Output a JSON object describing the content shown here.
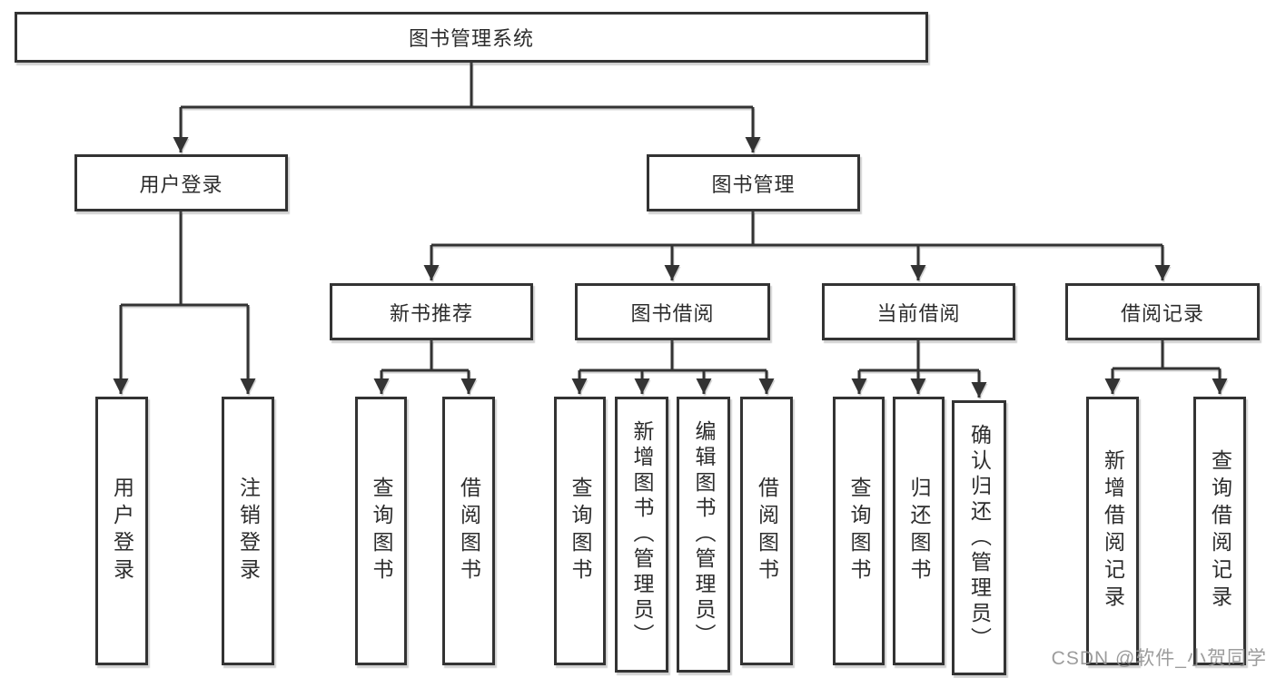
{
  "diagram": {
    "root": {
      "label": "图书管理系统"
    },
    "branches": [
      {
        "label": "用户登录",
        "children": [
          {
            "label": "用户登录"
          },
          {
            "label": "注销登录"
          }
        ]
      },
      {
        "label": "图书管理",
        "children": [
          {
            "label": "新书推荐",
            "children": [
              {
                "label": "查询图书"
              },
              {
                "label": "借阅图书"
              }
            ]
          },
          {
            "label": "图书借阅",
            "children": [
              {
                "label": "查询图书"
              },
              {
                "label": "新增图书（管理员）"
              },
              {
                "label": "编辑图书（管理员）"
              },
              {
                "label": "借阅图书"
              }
            ]
          },
          {
            "label": "当前借阅",
            "children": [
              {
                "label": "查询图书"
              },
              {
                "label": "归还图书"
              },
              {
                "label": "确认归还（管理员）"
              }
            ]
          },
          {
            "label": "借阅记录",
            "children": [
              {
                "label": "新增借阅记录"
              },
              {
                "label": "查询借阅记录"
              }
            ]
          }
        ]
      }
    ]
  },
  "watermark": "CSDN @软件_小贺同学",
  "colors": {
    "line": "#333333",
    "text": "#2d2d2d",
    "watermark": "#949494",
    "background": "#ffffff"
  }
}
